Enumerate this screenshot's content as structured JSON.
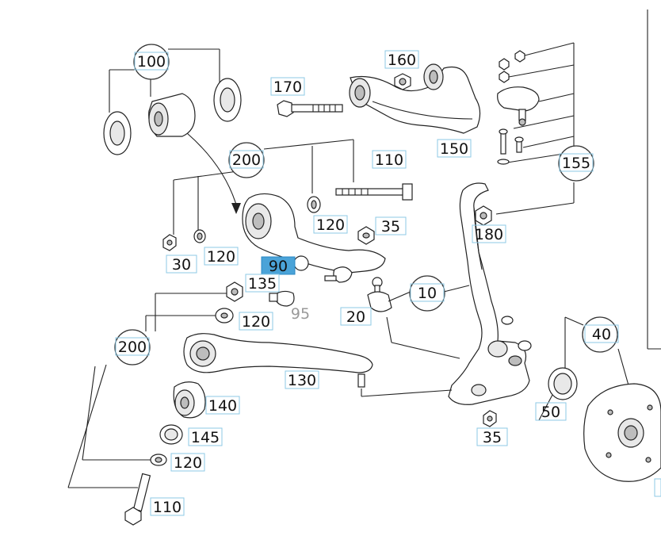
{
  "labels": {
    "p100": "100",
    "p160": "160",
    "p170": "170",
    "p150": "150",
    "p155": "155",
    "p200a": "200",
    "p110a": "110",
    "p120a": "120",
    "p35a": "35",
    "p180": "180",
    "p30": "30",
    "p120b": "120",
    "p90": "90",
    "p135": "135",
    "p10": "10",
    "p120c": "120",
    "p95": "95",
    "p20": "20",
    "p40": "40",
    "p200b": "200",
    "p130": "130",
    "p140": "140",
    "p50": "50",
    "p145": "145",
    "p120d": "120",
    "p35b": "35",
    "p110b": "110"
  },
  "colors": {
    "highlight": "#4aa3d8",
    "label_border": "#8ecae6",
    "muted_label": "#9a9a9a",
    "line": "#222222"
  }
}
